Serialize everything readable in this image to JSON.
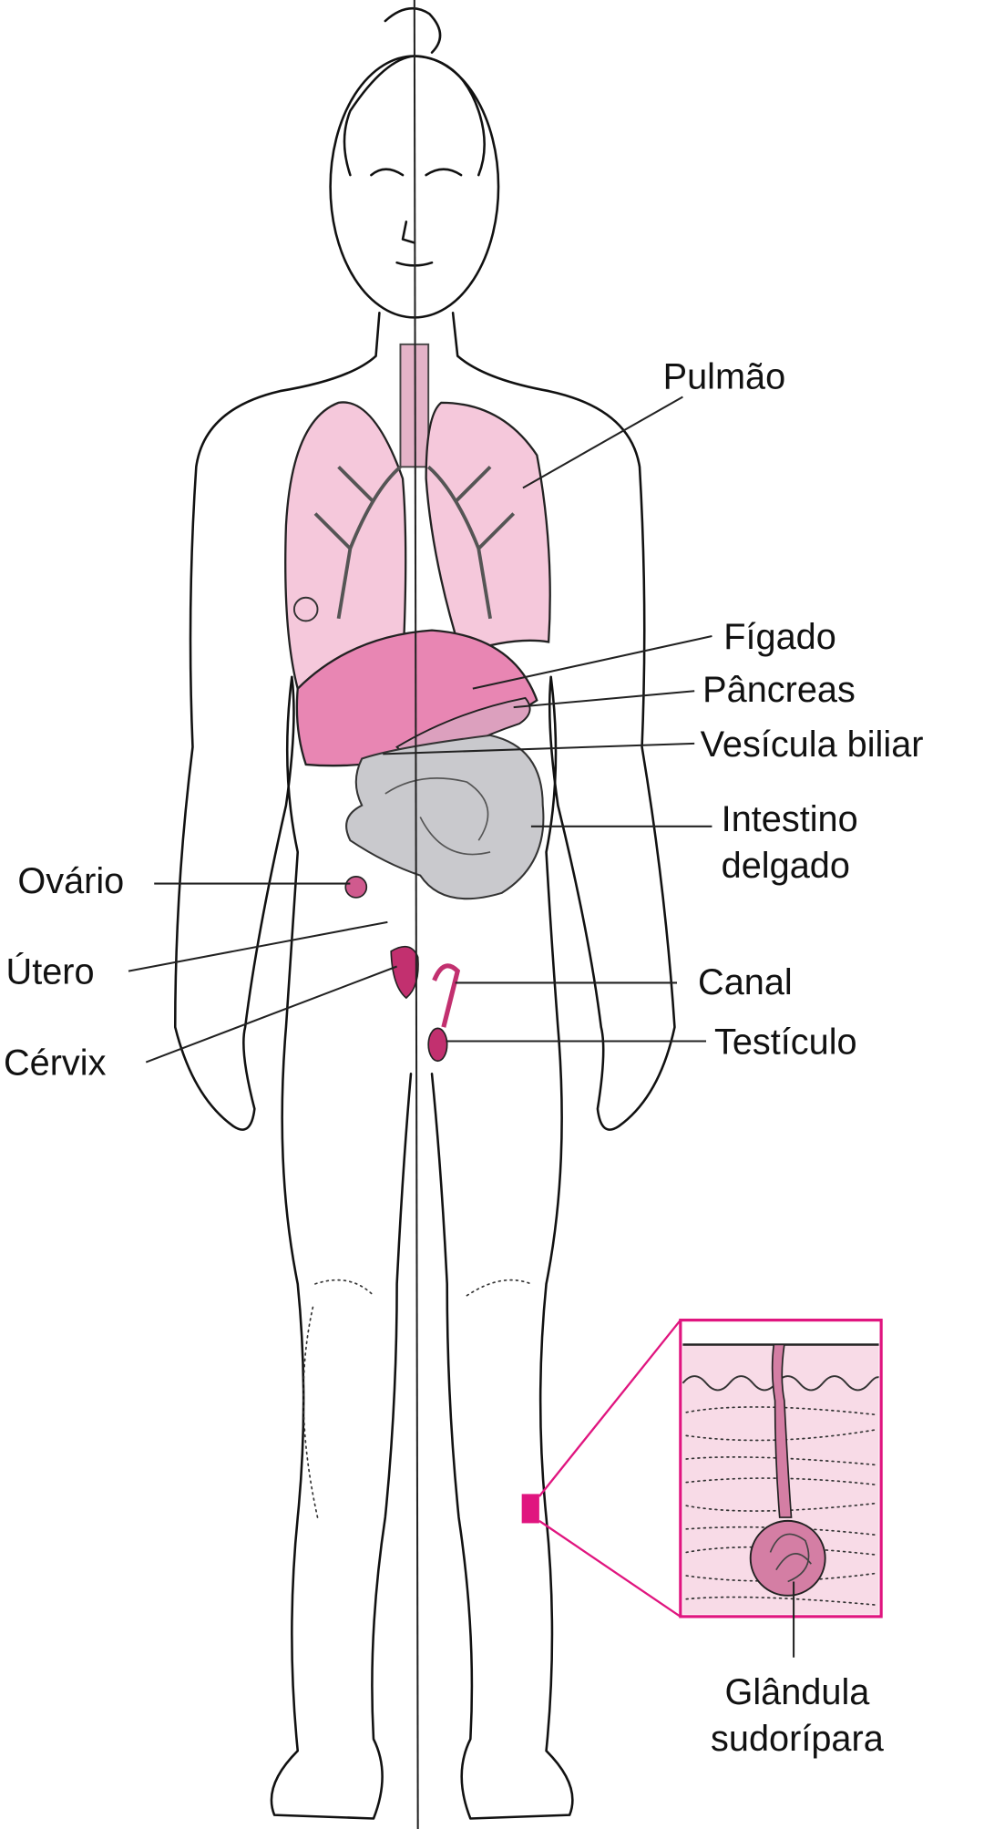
{
  "labels": {
    "lung": "Pulmão",
    "liver": "Fígado",
    "pancreas": "Pâncreas",
    "gallbladder": "Vesícula biliar",
    "small_intestine_1": "Intestino",
    "small_intestine_2": "delgado",
    "ovary": "Ovário",
    "uterus": "Útero",
    "cervix": "Cérvix",
    "canal": "Canal",
    "testicle": "Testículo",
    "sweat_gland_1": "Glândula",
    "sweat_gland_2": "sudorípara"
  },
  "colors": {
    "lung": "#f5c8db",
    "liver": "#e886b3",
    "intestine": "#c9c9cd",
    "reproductive": "#c2306f",
    "highlight": "#e0157f",
    "skin": "#f8dbe7",
    "gland": "#d47ea4"
  }
}
